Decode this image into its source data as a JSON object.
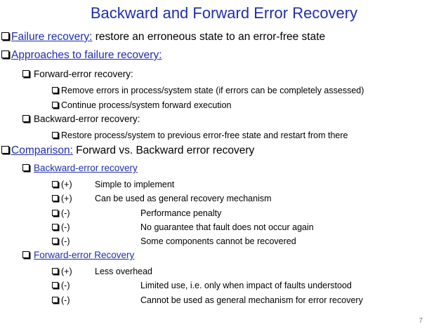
{
  "title": "Backward and Forward Error Recovery",
  "failure": {
    "label": "Failure recovery:",
    "text": " restore an erroneous state to an error-free state"
  },
  "approaches": {
    "label": "Approaches to failure recovery:"
  },
  "forward": {
    "label": "Forward-error recovery:",
    "items": [
      "Remove errors in process/system state (if errors can be completely assessed)",
      "Continue process/system forward execution"
    ]
  },
  "backward": {
    "label": "Backward-error recovery:",
    "items": [
      "Restore process/system to previous error-free state and restart from there"
    ]
  },
  "comparison": {
    "label": "Comparison:",
    "text": " Forward vs. Backward error recovery",
    "backward_label": "Backward-error recovery",
    "backward_items": [
      {
        "sign": "(+)",
        "text": "Simple to implement"
      },
      {
        "sign": "(+)",
        "text": "Can be used as general recovery mechanism"
      },
      {
        "sign": "(-)",
        "text": "Performance penalty"
      },
      {
        "sign": "(-)",
        "text": "No guarantee that fault does not occur again"
      },
      {
        "sign": "(-)",
        "text": "Some components cannot be recovered"
      }
    ],
    "forward_label": "Forward-error Recovery",
    "forward_items": [
      {
        "sign": "(+)",
        "text": "Less overhead"
      },
      {
        "sign": "(-)",
        "text": "Limited use, i.e. only when impact of faults understood"
      },
      {
        "sign": "(-)",
        "text": "Cannot be used as general mechanism for error recovery"
      }
    ]
  },
  "page_number": "7",
  "colors": {
    "heading": "#1f2fa8",
    "page_number": "#7f7f7f"
  }
}
